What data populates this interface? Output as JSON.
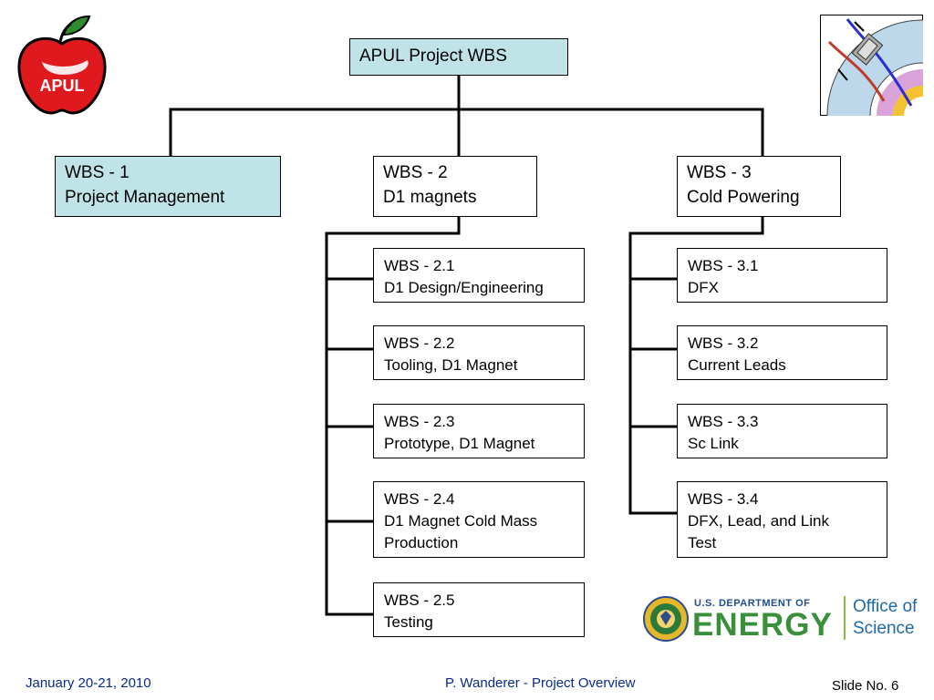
{
  "logos": {
    "apul_text": "APUL",
    "doe_small": "U.S. DEPARTMENT OF",
    "doe_energy": "ENERGY",
    "doe_office_line1": "Office of",
    "doe_office_line2": "Science"
  },
  "wbs": {
    "root": {
      "label": "APUL Project WBS"
    },
    "wbs1": {
      "line1": "WBS - 1",
      "line2": "Project Management"
    },
    "wbs2": {
      "line1": "WBS - 2",
      "line2": "D1 magnets"
    },
    "wbs3": {
      "line1": "WBS - 3",
      "line2": "Cold Powering"
    },
    "wbs2_1": {
      "line1": "WBS - 2.1",
      "line2": "D1 Design/Engineering"
    },
    "wbs2_2": {
      "line1": "WBS - 2.2",
      "line2": "Tooling, D1 Magnet"
    },
    "wbs2_3": {
      "line1": "WBS - 2.3",
      "line2": "Prototype, D1 Magnet"
    },
    "wbs2_4": {
      "line1": "WBS - 2.4",
      "line2": "D1 Magnet Cold Mass",
      "line3": "Production"
    },
    "wbs2_5": {
      "line1": "WBS - 2.5",
      "line2": "Testing"
    },
    "wbs3_1": {
      "line1": "WBS - 3.1",
      "line2": "DFX"
    },
    "wbs3_2": {
      "line1": "WBS - 3.2",
      "line2": "Current Leads"
    },
    "wbs3_3": {
      "line1": "WBS - 3.3",
      "line2": "Sc Link"
    },
    "wbs3_4": {
      "line1": "WBS - 3.4",
      "line2": "DFX, Lead, and Link",
      "line3": "Test"
    }
  },
  "footer": {
    "date": "January 20-21, 2010",
    "presenter": "P. Wanderer - Project Overview",
    "slide": "Slide No. 6"
  },
  "colors": {
    "box_shaded": "#bfe3e6",
    "footer_blue": "#0a2a8c",
    "apple_red": "#e0191f",
    "leaf_green": "#2e8b2e",
    "doe_green": "#3a8f3a",
    "doe_blue": "#1f6aa8"
  }
}
